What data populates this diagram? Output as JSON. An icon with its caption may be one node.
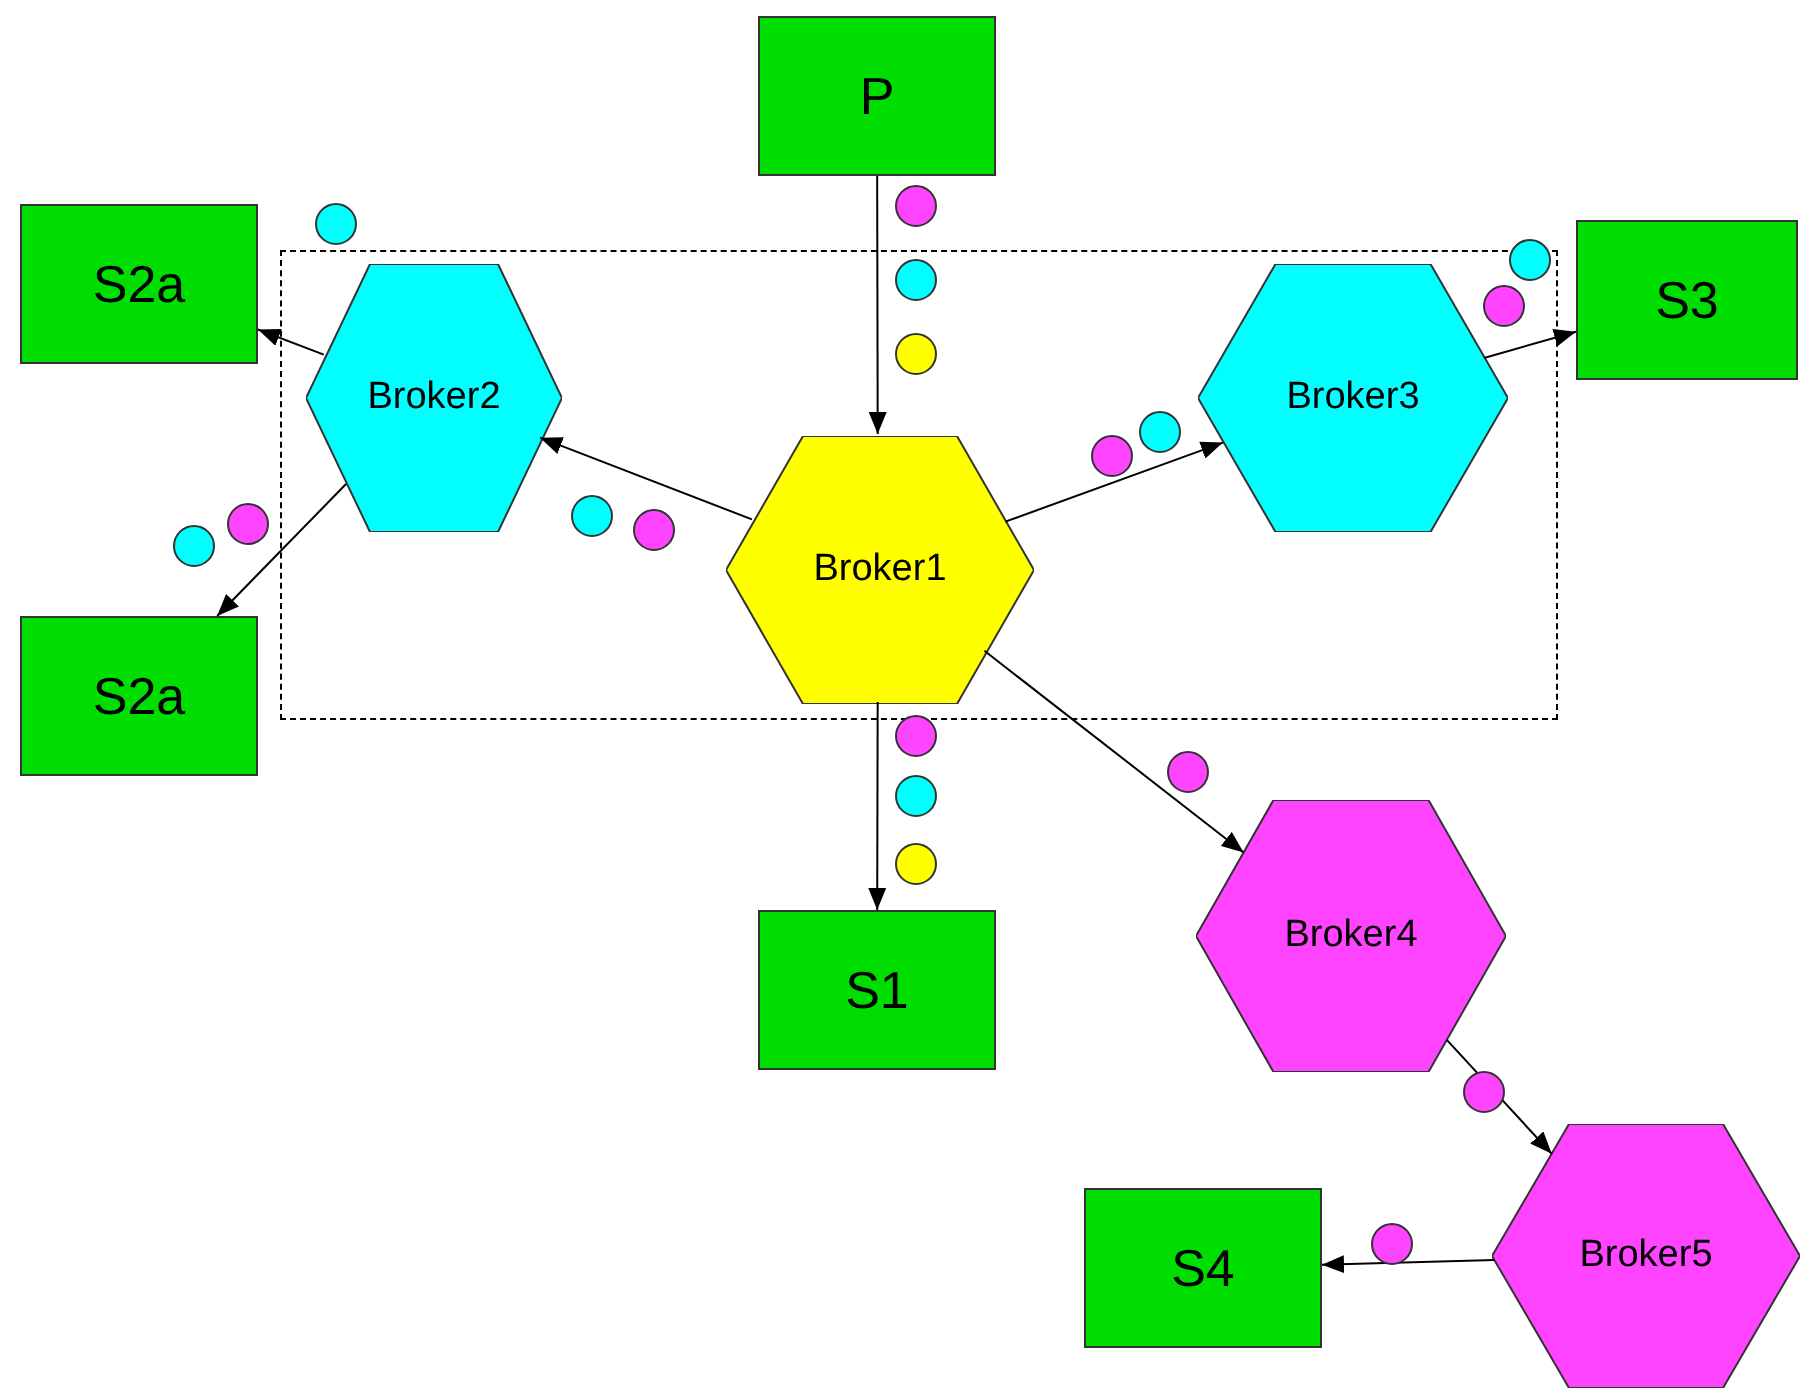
{
  "diagram": {
    "nodes": [
      {
        "text": [
          "P"
        ]
      },
      {
        "text": [
          "S2a"
        ]
      },
      {
        "text": [],
        "shape": "box"
      },
      {
        "text": [
          "Broker2"
        ],
        "in": 2
      },
      {
        "text": [
          "Broker3"
        ],
        "in": 2
      },
      {
        "text": [
          "S3"
        ]
      },
      {
        "text": [
          "Broker1"
        ],
        "in": 2
      },
      {
        "text": [
          "S2a"
        ]
      },
      {
        "text": [
          "S1"
        ]
      },
      {
        "text": [
          "Broker4"
        ]
      },
      {
        "text": [
          "Broker5"
        ]
      },
      {
        "text": [
          "S4"
        ]
      }
    ],
    "edges": [
      {
        "from": 0,
        "to": 6,
        "arrow": "to"
      },
      {
        "from": 6,
        "to": 3,
        "arrow": "to"
      },
      {
        "from": 6,
        "to": 4,
        "arrow": "to"
      },
      {
        "from": 6,
        "to": 8,
        "arrow": "to"
      },
      {
        "from": 6,
        "to": 9,
        "arrow": "to"
      },
      {
        "from": 3,
        "to": 1,
        "arrow": "to"
      },
      {
        "from": 3,
        "to": 7,
        "arrow": "to"
      },
      {
        "from": 4,
        "to": 5,
        "arrow": "to"
      },
      {
        "from": 9,
        "to": 10,
        "arrow": "to"
      },
      {
        "from": 10,
        "to": 11,
        "arrow": "to"
      }
    ]
  }
}
